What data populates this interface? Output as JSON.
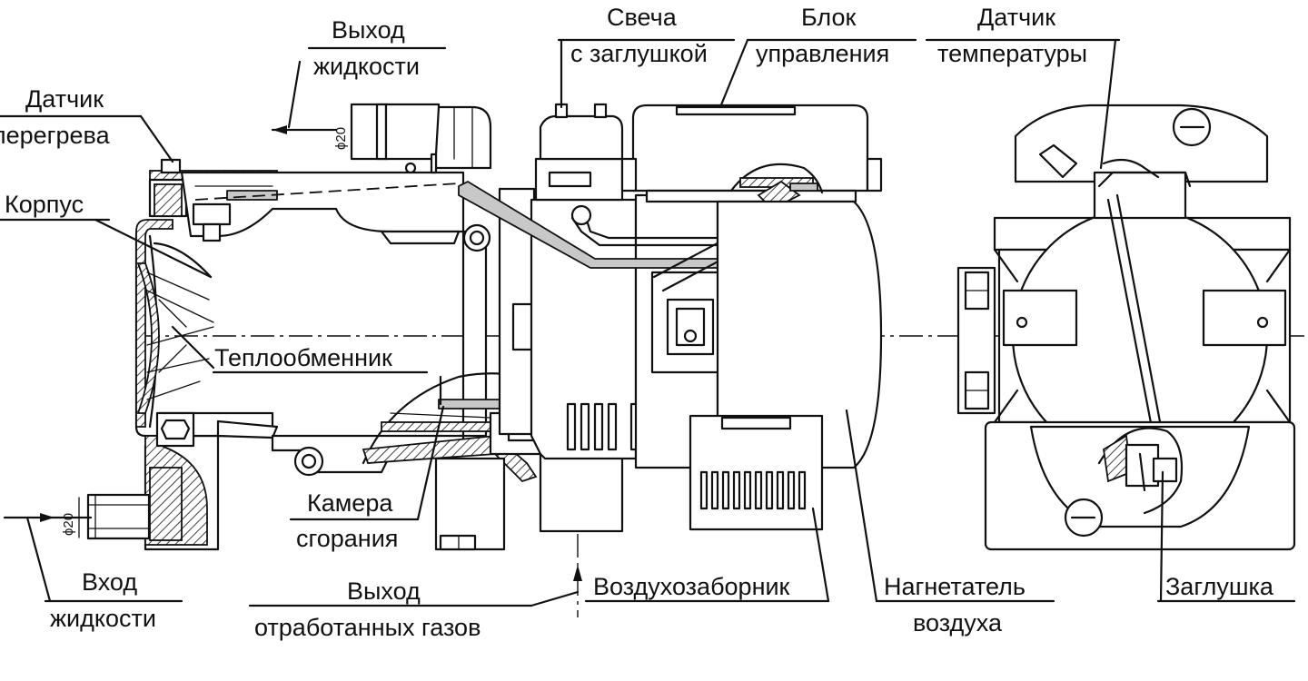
{
  "labels": {
    "liquid_out_1": "Выход",
    "liquid_out_2": "жидкости",
    "overheat_1": "Датчик",
    "overheat_2": "перегрева",
    "housing": "Корпус",
    "plug_1": "Свеча",
    "plug_2": "с заглушкой",
    "control_1": "Блок",
    "control_2": "управления",
    "temp_1": "Датчик",
    "temp_2": "температуры",
    "exchanger": "Теплообменник",
    "chamber_1": "Камера",
    "chamber_2": "сгорания",
    "liquid_in_1": "Вход",
    "liquid_in_2": "жидкости",
    "exhaust_1": "Выход",
    "exhaust_2": "отработанных газов",
    "air_intake": "Воздухозаборник",
    "blower_1": "Нагнетатель",
    "blower_2": "воздуха",
    "cap": "Заглушка"
  },
  "dimensions": {
    "outlet_diameter": "ϕ20",
    "inlet_diameter": "ϕ20"
  }
}
